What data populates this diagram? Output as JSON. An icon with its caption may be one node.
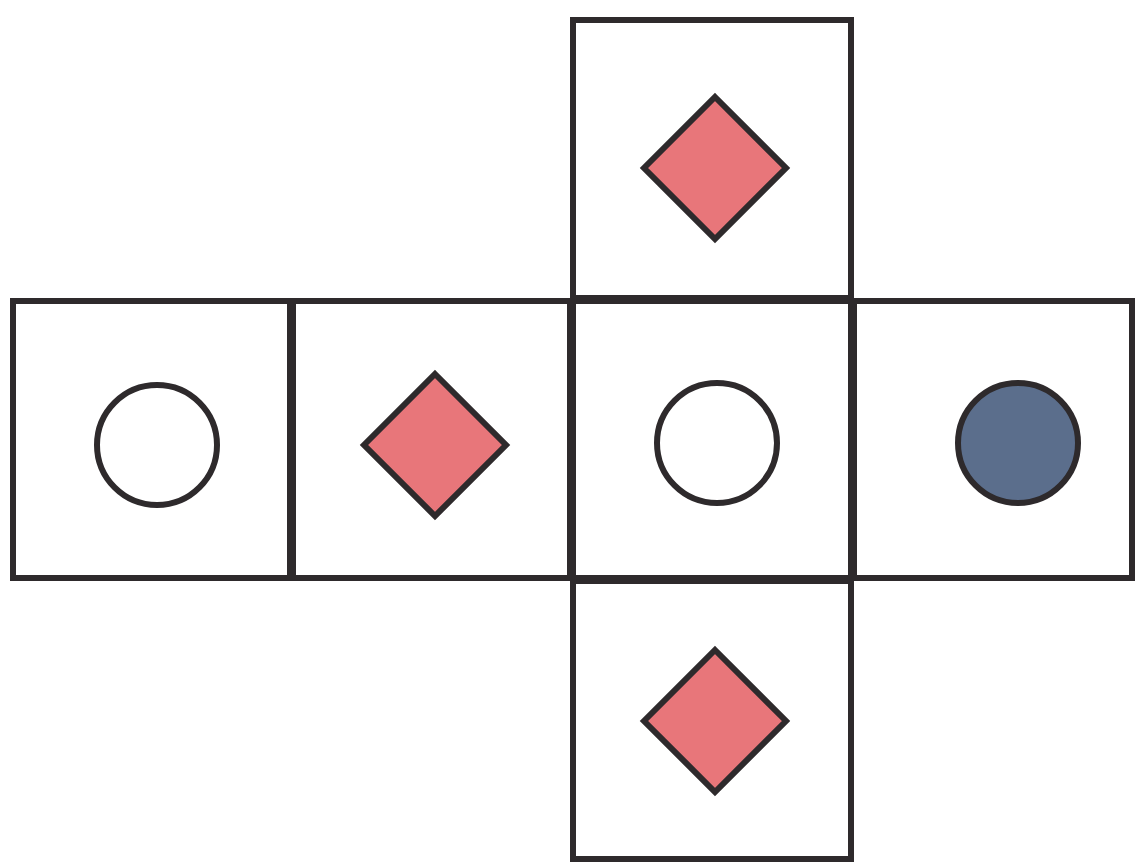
{
  "diagram": {
    "nodes": [
      {
        "text": [],
        "shape": "box"
      },
      {
        "text": [],
        "shape": "diamond",
        "in": 0
      },
      {
        "text": [],
        "shape": "box"
      },
      {
        "text": [],
        "shape": "circle",
        "in": 2
      },
      {
        "text": [],
        "shape": "box"
      },
      {
        "text": [],
        "shape": "diamond",
        "in": 4
      },
      {
        "text": [],
        "shape": "box"
      },
      {
        "text": [],
        "shape": "circle",
        "in": 6
      },
      {
        "text": [],
        "shape": "box"
      },
      {
        "text": [],
        "shape": "circle",
        "in": 8
      },
      {
        "text": [],
        "shape": "box"
      },
      {
        "text": [],
        "shape": "diamond",
        "in": 10
      }
    ]
  }
}
